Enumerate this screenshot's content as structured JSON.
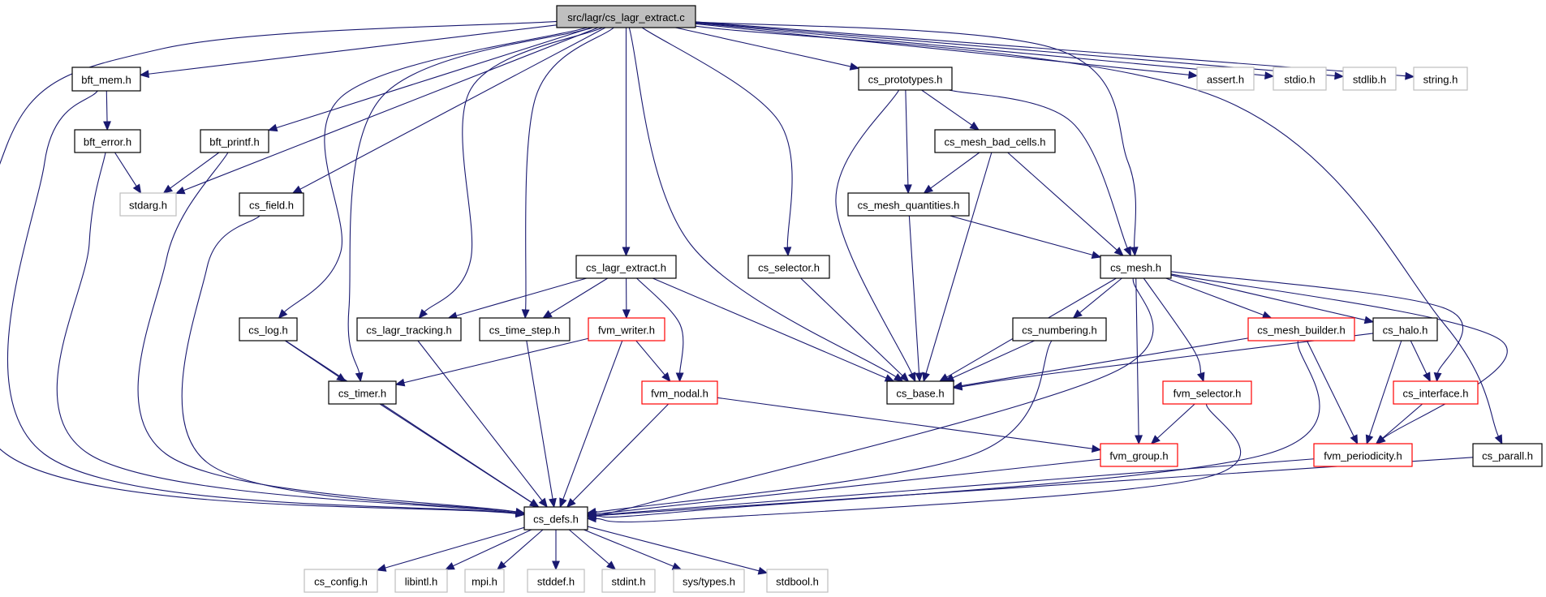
{
  "graph": {
    "title": "src/lagr/cs_lagr_extract.c",
    "legend_colors": {
      "root_fill": "#bfbfbf",
      "normal_border": "#000000",
      "truncated_border": "#ff0000",
      "external_border": "#bfbfbf",
      "edge": "#191970"
    },
    "nodes": [
      {
        "id": "root",
        "label": "src/lagr/cs_lagr_extract.c",
        "kind": "root"
      },
      {
        "id": "bft_mem",
        "label": "bft_mem.h",
        "kind": "normal"
      },
      {
        "id": "bft_error",
        "label": "bft_error.h",
        "kind": "normal"
      },
      {
        "id": "bft_printf",
        "label": "bft_printf.h",
        "kind": "normal"
      },
      {
        "id": "stdarg",
        "label": "stdarg.h",
        "kind": "external"
      },
      {
        "id": "cs_field",
        "label": "cs_field.h",
        "kind": "normal"
      },
      {
        "id": "cs_log",
        "label": "cs_log.h",
        "kind": "normal"
      },
      {
        "id": "cs_lagr_tracking",
        "label": "cs_lagr_tracking.h",
        "kind": "normal"
      },
      {
        "id": "cs_time_step",
        "label": "cs_time_step.h",
        "kind": "normal"
      },
      {
        "id": "cs_lagr_extract",
        "label": "cs_lagr_extract.h",
        "kind": "normal"
      },
      {
        "id": "fvm_writer",
        "label": "fvm_writer.h",
        "kind": "truncated"
      },
      {
        "id": "fvm_nodal",
        "label": "fvm_nodal.h",
        "kind": "truncated"
      },
      {
        "id": "cs_timer",
        "label": "cs_timer.h",
        "kind": "normal"
      },
      {
        "id": "cs_selector",
        "label": "cs_selector.h",
        "kind": "normal"
      },
      {
        "id": "cs_base",
        "label": "cs_base.h",
        "kind": "normal"
      },
      {
        "id": "cs_prototypes",
        "label": "cs_prototypes.h",
        "kind": "normal"
      },
      {
        "id": "cs_mesh_bad_cells",
        "label": "cs_mesh_bad_cells.h",
        "kind": "normal"
      },
      {
        "id": "cs_mesh_quantities",
        "label": "cs_mesh_quantities.h",
        "kind": "normal"
      },
      {
        "id": "cs_mesh",
        "label": "cs_mesh.h",
        "kind": "normal"
      },
      {
        "id": "cs_numbering",
        "label": "cs_numbering.h",
        "kind": "normal"
      },
      {
        "id": "cs_mesh_builder",
        "label": "cs_mesh_builder.h",
        "kind": "truncated"
      },
      {
        "id": "cs_halo",
        "label": "cs_halo.h",
        "kind": "normal"
      },
      {
        "id": "fvm_selector",
        "label": "fvm_selector.h",
        "kind": "truncated"
      },
      {
        "id": "cs_interface",
        "label": "cs_interface.h",
        "kind": "truncated"
      },
      {
        "id": "fvm_group",
        "label": "fvm_group.h",
        "kind": "truncated"
      },
      {
        "id": "fvm_periodicity",
        "label": "fvm_periodicity.h",
        "kind": "truncated"
      },
      {
        "id": "cs_parall",
        "label": "cs_parall.h",
        "kind": "normal"
      },
      {
        "id": "assert",
        "label": "assert.h",
        "kind": "external"
      },
      {
        "id": "stdio",
        "label": "stdio.h",
        "kind": "external"
      },
      {
        "id": "stdlib",
        "label": "stdlib.h",
        "kind": "external"
      },
      {
        "id": "string",
        "label": "string.h",
        "kind": "external"
      },
      {
        "id": "cs_defs",
        "label": "cs_defs.h",
        "kind": "normal"
      },
      {
        "id": "cs_config",
        "label": "cs_config.h",
        "kind": "external"
      },
      {
        "id": "libintl",
        "label": "libintl.h",
        "kind": "external"
      },
      {
        "id": "mpi",
        "label": "mpi.h",
        "kind": "external"
      },
      {
        "id": "stddef",
        "label": "stddef.h",
        "kind": "external"
      },
      {
        "id": "stdint",
        "label": "stdint.h",
        "kind": "external"
      },
      {
        "id": "sys_types",
        "label": "sys/types.h",
        "kind": "external"
      },
      {
        "id": "stdbool",
        "label": "stdbool.h",
        "kind": "external"
      }
    ],
    "edges": [
      [
        "root",
        "cs_defs"
      ],
      [
        "root",
        "bft_mem"
      ],
      [
        "root",
        "stdarg"
      ],
      [
        "root",
        "bft_printf"
      ],
      [
        "root",
        "cs_field"
      ],
      [
        "root",
        "cs_log"
      ],
      [
        "root",
        "cs_timer"
      ],
      [
        "root",
        "cs_lagr_tracking"
      ],
      [
        "root",
        "cs_time_step"
      ],
      [
        "root",
        "cs_lagr_extract"
      ],
      [
        "root",
        "cs_base"
      ],
      [
        "root",
        "cs_selector"
      ],
      [
        "root",
        "cs_prototypes"
      ],
      [
        "root",
        "cs_mesh"
      ],
      [
        "root",
        "cs_parall"
      ],
      [
        "root",
        "assert"
      ],
      [
        "root",
        "stdio"
      ],
      [
        "root",
        "stdlib"
      ],
      [
        "root",
        "string"
      ],
      [
        "bft_mem",
        "bft_error"
      ],
      [
        "bft_mem",
        "cs_defs"
      ],
      [
        "bft_error",
        "stdarg"
      ],
      [
        "bft_error",
        "cs_defs"
      ],
      [
        "bft_printf",
        "stdarg"
      ],
      [
        "bft_printf",
        "cs_defs"
      ],
      [
        "cs_field",
        "cs_defs"
      ],
      [
        "cs_log",
        "cs_timer"
      ],
      [
        "cs_log",
        "cs_defs"
      ],
      [
        "cs_timer",
        "cs_defs"
      ],
      [
        "cs_lagr_tracking",
        "cs_defs"
      ],
      [
        "cs_time_step",
        "cs_defs"
      ],
      [
        "cs_lagr_extract",
        "cs_lagr_tracking"
      ],
      [
        "cs_lagr_extract",
        "cs_time_step"
      ],
      [
        "cs_lagr_extract",
        "fvm_writer"
      ],
      [
        "cs_lagr_extract",
        "fvm_nodal"
      ],
      [
        "cs_lagr_extract",
        "cs_base"
      ],
      [
        "fvm_writer",
        "cs_timer"
      ],
      [
        "fvm_writer",
        "fvm_nodal"
      ],
      [
        "fvm_writer",
        "cs_defs"
      ],
      [
        "fvm_nodal",
        "cs_defs"
      ],
      [
        "fvm_nodal",
        "fvm_group"
      ],
      [
        "cs_selector",
        "cs_base"
      ],
      [
        "cs_prototypes",
        "cs_base"
      ],
      [
        "cs_prototypes",
        "cs_mesh_quantities"
      ],
      [
        "cs_prototypes",
        "cs_mesh_bad_cells"
      ],
      [
        "cs_prototypes",
        "cs_mesh"
      ],
      [
        "cs_mesh_bad_cells",
        "cs_mesh_quantities"
      ],
      [
        "cs_mesh_bad_cells",
        "cs_base"
      ],
      [
        "cs_mesh_bad_cells",
        "cs_mesh"
      ],
      [
        "cs_mesh_quantities",
        "cs_base"
      ],
      [
        "cs_mesh_quantities",
        "cs_mesh"
      ],
      [
        "cs_mesh",
        "cs_base"
      ],
      [
        "cs_mesh",
        "cs_defs"
      ],
      [
        "cs_mesh",
        "cs_numbering"
      ],
      [
        "cs_mesh",
        "fvm_group"
      ],
      [
        "cs_mesh",
        "fvm_selector"
      ],
      [
        "cs_mesh",
        "cs_mesh_builder"
      ],
      [
        "cs_mesh",
        "cs_halo"
      ],
      [
        "cs_mesh",
        "cs_interface"
      ],
      [
        "cs_mesh",
        "fvm_periodicity"
      ],
      [
        "cs_numbering",
        "cs_base"
      ],
      [
        "cs_numbering",
        "cs_defs"
      ],
      [
        "cs_mesh_builder",
        "cs_base"
      ],
      [
        "cs_mesh_builder",
        "cs_defs"
      ],
      [
        "cs_mesh_builder",
        "fvm_periodicity"
      ],
      [
        "cs_halo",
        "cs_base"
      ],
      [
        "cs_halo",
        "cs_interface"
      ],
      [
        "cs_halo",
        "fvm_periodicity"
      ],
      [
        "fvm_selector",
        "fvm_group"
      ],
      [
        "fvm_selector",
        "cs_defs"
      ],
      [
        "cs_interface",
        "fvm_periodicity"
      ],
      [
        "fvm_group",
        "cs_defs"
      ],
      [
        "fvm_periodicity",
        "cs_defs"
      ],
      [
        "cs_parall",
        "cs_defs"
      ],
      [
        "cs_defs",
        "cs_config"
      ],
      [
        "cs_defs",
        "libintl"
      ],
      [
        "cs_defs",
        "mpi"
      ],
      [
        "cs_defs",
        "stddef"
      ],
      [
        "cs_defs",
        "stdint"
      ],
      [
        "cs_defs",
        "sys_types"
      ],
      [
        "cs_defs",
        "stdbool"
      ]
    ]
  }
}
